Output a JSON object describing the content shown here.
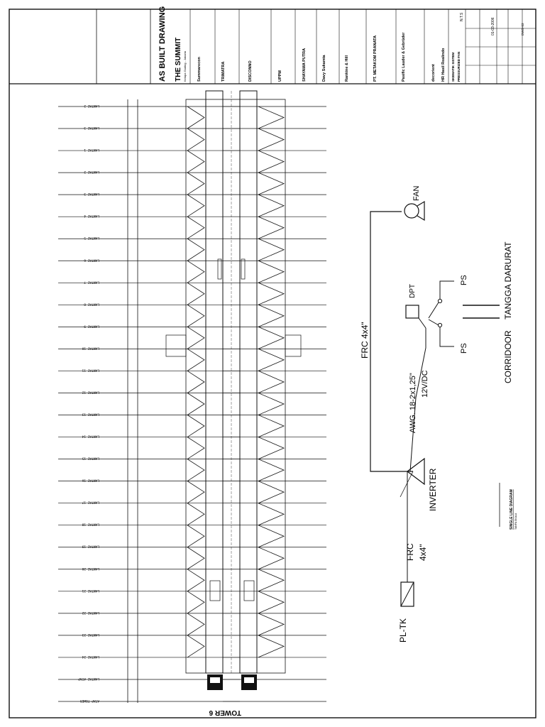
{
  "title_block": {
    "as_built": "AS BUILT DRAWING",
    "project": "THE SUMMIT",
    "project_sub": "Kelapa Gading - Jakarta",
    "firms": [
      "Summarecon",
      "TRIMATRA",
      "DISCONNO",
      "UPPM",
      "SHAYAMA PUTRA",
      "Davy Sukamta",
      "Rankine & Hill",
      "PT. METAKOM PRANATA",
      "Pasific Lauder & Gebrüder",
      "decorient",
      "HR Hasil Realindo"
    ],
    "drawing_title_1": "SKEMATIK SISTEM",
    "drawing_title_2": "PRESSURIZED FAN",
    "scale": "N.T.S",
    "date": "01-03-2006",
    "drawing_no": "DWG-03"
  },
  "tower_label": "TOWER 6",
  "floors": [
    "LANTAI 2",
    "LANTAI 3",
    "LANTAI 1",
    "LANTAI 2",
    "LANTAI 3",
    "LANTAI 4",
    "LANTAI 5",
    "LANTAI 6",
    "LANTAI 7",
    "LANTAI 8",
    "LANTAI 9",
    "LANTAI 10",
    "LANTAI 11",
    "LANTAI 12",
    "LANTAI 13",
    "LANTAI 14",
    "LANTAI 15",
    "LANTAI 16",
    "LANTAI 17",
    "LANTAI 18",
    "LANTAI 19",
    "LANTAI 20",
    "LANTAI 21",
    "LANTAI 22",
    "LANTAI 23",
    "LANTAI 24",
    "LANTAI ATAP",
    "ATAP TOWER"
  ],
  "diagram": {
    "fan": "FAN",
    "frc_main": "FRC 4x4\"",
    "dpt": "DPT",
    "ps_top": "PS",
    "ps_bottom": "PS",
    "awg": "AWG. 18-2x1,25\"",
    "voltage": "12V/DC",
    "tangga": "TANGGA DARURAT",
    "corridor": "CORRIDOOR",
    "inverter": "INVERTER",
    "frc_lower_1": "FRC",
    "frc_lower_2": "4x4\"",
    "pltk": "PL-TK",
    "single_line": "SINGLE LINE DIAGRAM",
    "single_line_sub": "TANPA SKALA"
  }
}
